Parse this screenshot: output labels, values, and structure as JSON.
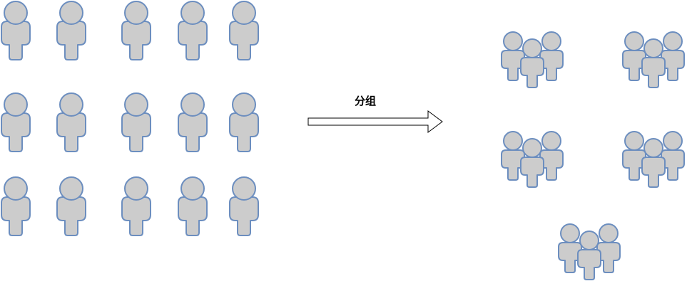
{
  "arrow_label": "分组",
  "colors": {
    "fill": "#cccccc",
    "stroke": "#6c8ebf",
    "arrow_fill": "#ffffff",
    "arrow_stroke": "#000000"
  },
  "icons": {
    "single": "person-icon",
    "group": "group-of-people-icon"
  },
  "individuals": {
    "rows": 3,
    "columns": 5,
    "count": 15
  },
  "groups": {
    "count": 5
  }
}
